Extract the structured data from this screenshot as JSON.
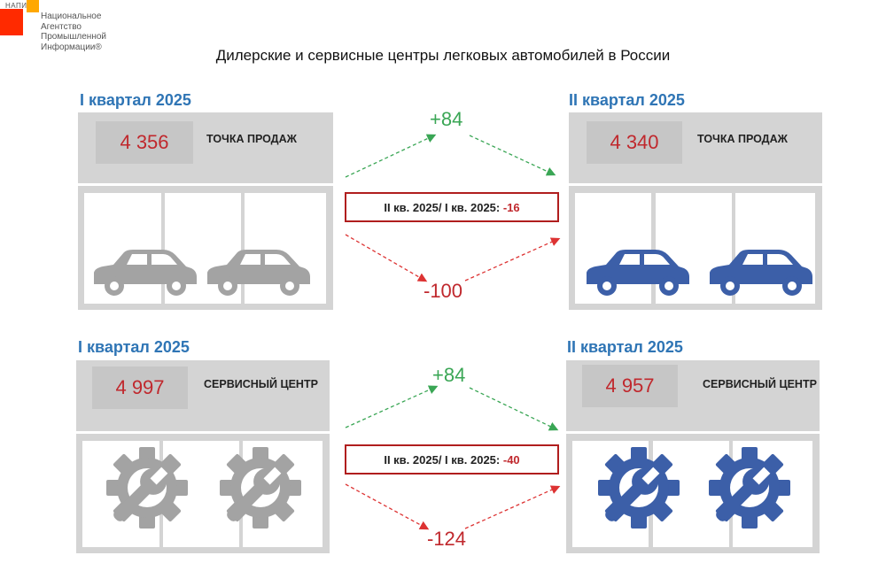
{
  "logo": {
    "abbr": "НАПИ",
    "text": "Национальное\nАгентство\nПромышленной\nИнформации®"
  },
  "title": "Дилерские и сервисные центры легковых автомобилей в России",
  "colors": {
    "red": "#c0282d",
    "blue": "#2f75b5",
    "green": "#3aa655",
    "icon_blue": "#3c5fa8",
    "icon_grey": "#a3a3a3",
    "logo_red": "#ff2a00",
    "logo_orange": "#ffa800"
  },
  "sales": {
    "q1": {
      "label": "I квартал 2025",
      "value": "4 356",
      "tag": "ТОЧКА ПРОДАЖ",
      "icon": "car-icon"
    },
    "q2": {
      "label": "II квартал 2025",
      "value": "4 340",
      "tag": "ТОЧКА ПРОДАЖ",
      "icon": "car-icon"
    },
    "plus": "+84",
    "minus": "-100",
    "diff_prefix": "II кв. 2025/ I кв. 2025: ",
    "diff_value": "-16"
  },
  "service": {
    "q1": {
      "label": "I квартал 2025",
      "value": "4 997",
      "tag": "СЕРВИСНЫЙ ЦЕНТР",
      "icon": "gear-wrench-icon"
    },
    "q2": {
      "label": "II квартал 2025",
      "value": "4 957",
      "tag": "СЕРВИСНЫЙ ЦЕНТР",
      "icon": "gear-wrench-icon"
    },
    "plus": "+84",
    "minus": "-124",
    "diff_prefix": "II кв. 2025/ I кв. 2025: ",
    "diff_value": "-40"
  }
}
